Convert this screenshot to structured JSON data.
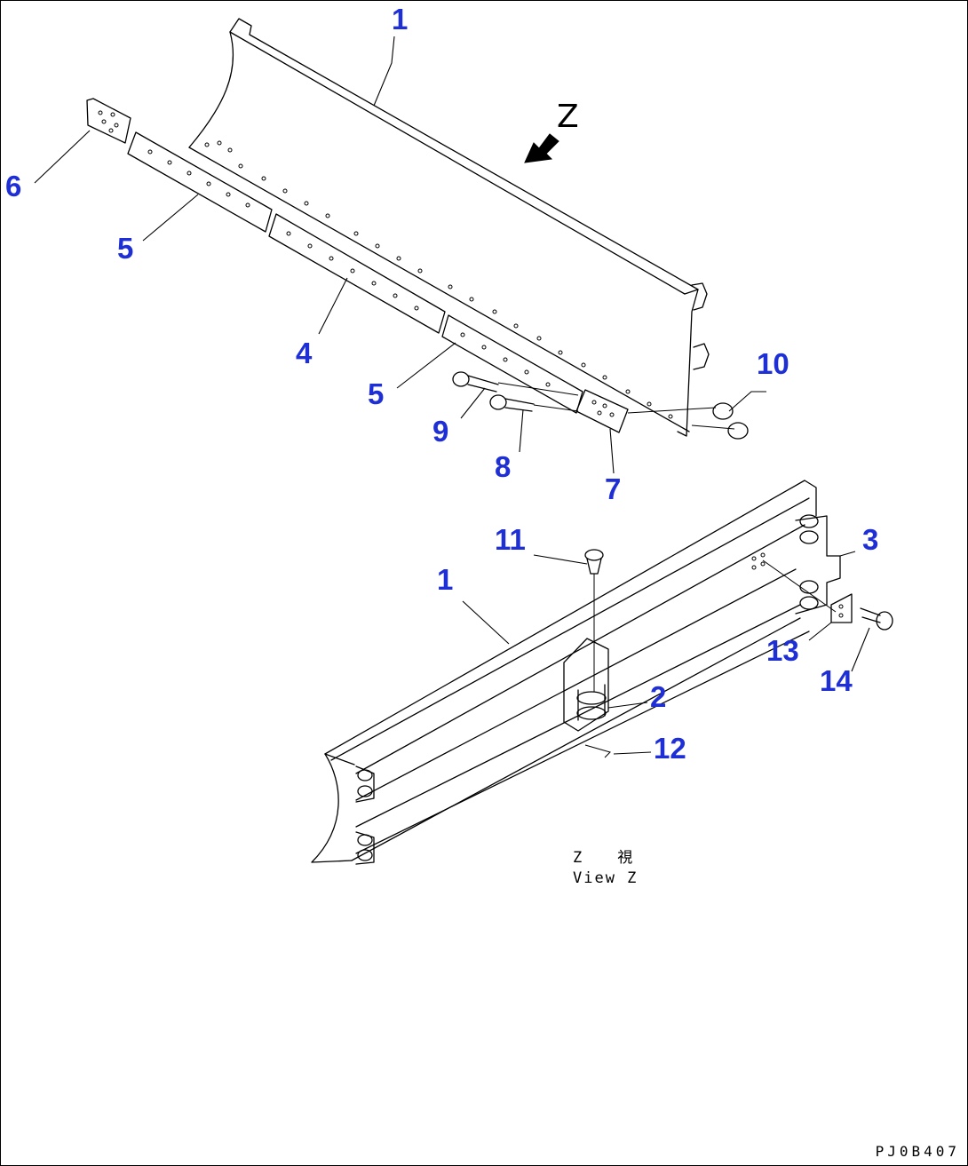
{
  "view_direction_label": "Z",
  "view_caption_jp": "Z　　視",
  "view_caption_en": "View Z",
  "drawing_number": "PJ0B407",
  "callouts": [
    {
      "text": "1"
    },
    {
      "text": "6"
    },
    {
      "text": "5"
    },
    {
      "text": "4"
    },
    {
      "text": "5"
    },
    {
      "text": "9"
    },
    {
      "text": "8"
    },
    {
      "text": "7"
    },
    {
      "text": "10"
    },
    {
      "text": "11"
    },
    {
      "text": "1"
    },
    {
      "text": "3"
    },
    {
      "text": "13"
    },
    {
      "text": "14"
    },
    {
      "text": "2"
    },
    {
      "text": "12"
    }
  ],
  "colors": {
    "callout": "#1f2fd6",
    "line": "#000000",
    "background": "#ffffff"
  }
}
